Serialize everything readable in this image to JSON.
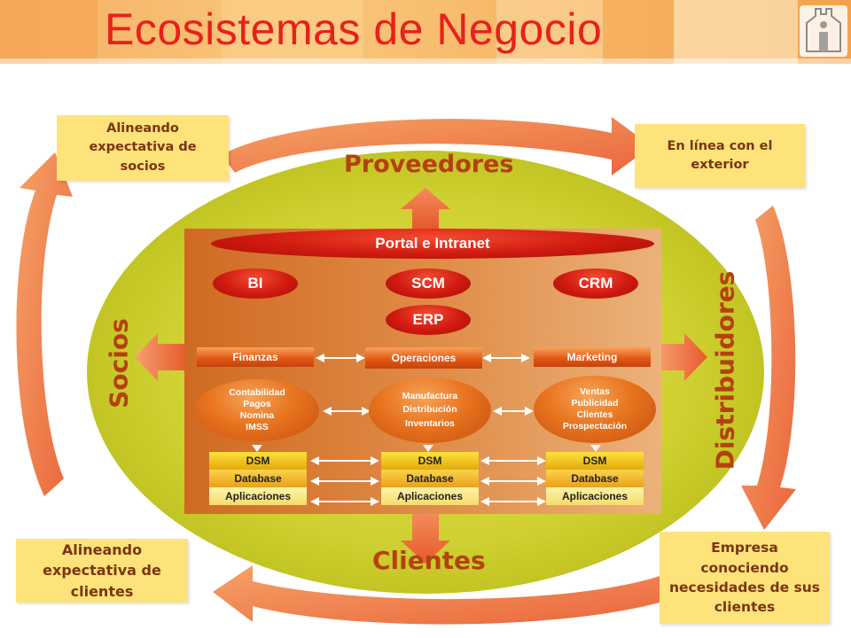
{
  "title": "Ecosistemas de Negocio",
  "notes": {
    "top_left": [
      "Alineando",
      "expectativa de",
      "socios"
    ],
    "top_right": [
      "En línea con el",
      "exterior"
    ],
    "bottom_left": [
      "Alineando",
      "expectativa de",
      "clientes"
    ],
    "bottom_right": [
      "Empresa",
      "conociendo",
      "necesidades de sus",
      "clientes"
    ]
  },
  "labels": {
    "top": "Proveedores",
    "bottom": "Clientes",
    "left": "Socios",
    "right": "Distribuidores"
  },
  "portal": "Portal e Intranet",
  "systems": [
    "BI",
    "SCM",
    "CRM"
  ],
  "erp": "ERP",
  "departments": [
    {
      "name": "Finanzas",
      "processes": [
        "Contabilidad",
        "Pagos",
        "Nomina",
        "IMSS"
      ],
      "stack": [
        "DSM",
        "Database",
        "Aplicaciones"
      ]
    },
    {
      "name": "Operaciones",
      "processes": [
        "Manufactura",
        "Distribución",
        "Inventarios"
      ],
      "stack": [
        "DSM",
        "Database",
        "Aplicaciones"
      ]
    },
    {
      "name": "Marketing",
      "processes": [
        "Ventas",
        "Publicidad",
        "Clientes",
        "Prospectación"
      ],
      "stack": [
        "DSM",
        "Database",
        "Aplicaciones"
      ]
    }
  ],
  "colors": {
    "title": "#e8201c",
    "ellipse": "#c8cc2a",
    "panel": "#d97a34",
    "pill": "#d01a10",
    "note_bg": "#fde37a",
    "note_text": "#7a3410",
    "label_text": "#b5400f",
    "cycle_arrow": "#f07a45"
  }
}
